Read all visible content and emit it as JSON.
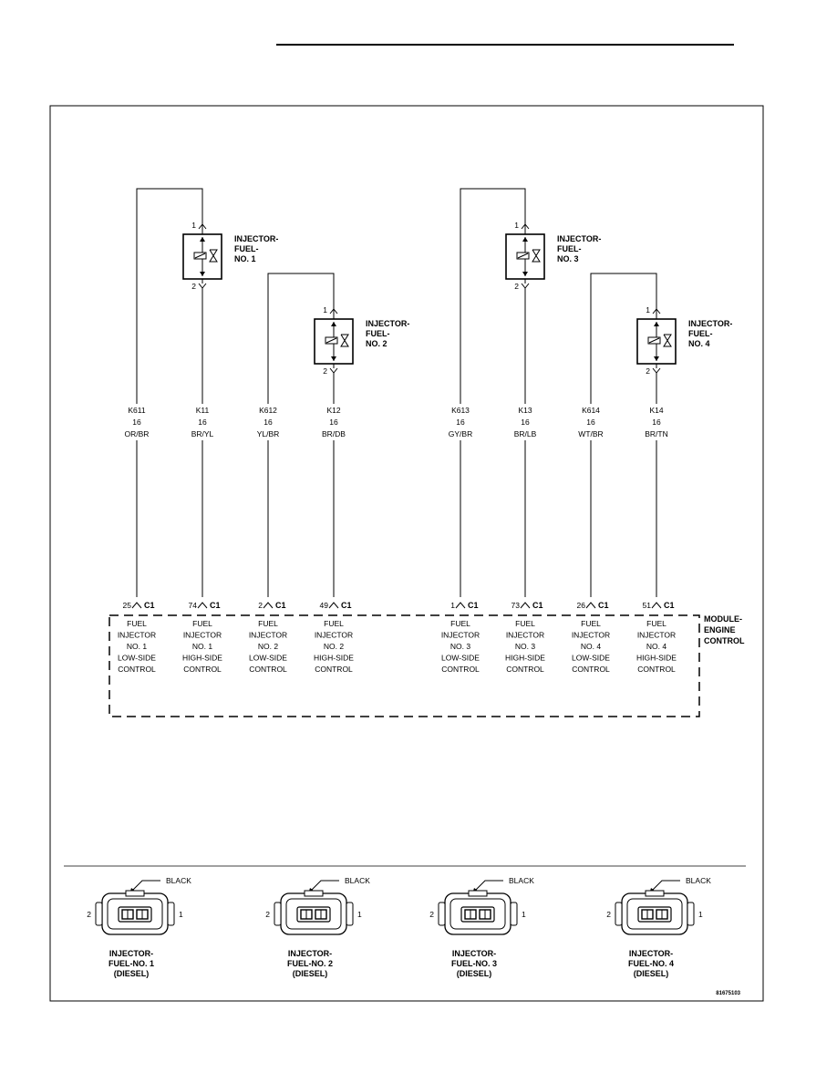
{
  "colors": {
    "line": "#000000",
    "background": "#ffffff"
  },
  "figure_id": "81675103",
  "module": {
    "label_lines": [
      "MODULE-",
      "ENGINE",
      "CONTROL"
    ]
  },
  "injectors": [
    {
      "label_lines": [
        "INJECTOR-",
        "FUEL-",
        "NO. 1"
      ],
      "pin_top": "1",
      "pin_bottom": "2"
    },
    {
      "label_lines": [
        "INJECTOR-",
        "FUEL-",
        "NO. 2"
      ],
      "pin_top": "1",
      "pin_bottom": "2"
    },
    {
      "label_lines": [
        "INJECTOR-",
        "FUEL-",
        "NO. 3"
      ],
      "pin_top": "1",
      "pin_bottom": "2"
    },
    {
      "label_lines": [
        "INJECTOR-",
        "FUEL-",
        "NO. 4"
      ],
      "pin_top": "1",
      "pin_bottom": "2"
    }
  ],
  "wires": [
    {
      "circuit": "K611",
      "gauge": "16",
      "color": "OR/BR",
      "cavity": "25",
      "connector": "C1",
      "function_lines": [
        "FUEL",
        "INJECTOR",
        "NO. 1",
        "LOW-SIDE",
        "CONTROL"
      ]
    },
    {
      "circuit": "K11",
      "gauge": "16",
      "color": "BR/YL",
      "cavity": "74",
      "connector": "C1",
      "function_lines": [
        "FUEL",
        "INJECTOR",
        "NO. 1",
        "HIGH-SIDE",
        "CONTROL"
      ]
    },
    {
      "circuit": "K612",
      "gauge": "16",
      "color": "YL/BR",
      "cavity": "2",
      "connector": "C1",
      "function_lines": [
        "FUEL",
        "INJECTOR",
        "NO. 2",
        "LOW-SIDE",
        "CONTROL"
      ]
    },
    {
      "circuit": "K12",
      "gauge": "16",
      "color": "BR/DB",
      "cavity": "49",
      "connector": "C1",
      "function_lines": [
        "FUEL",
        "INJECTOR",
        "NO. 2",
        "HIGH-SIDE",
        "CONTROL"
      ]
    },
    {
      "circuit": "K613",
      "gauge": "16",
      "color": "GY/BR",
      "cavity": "1",
      "connector": "C1",
      "function_lines": [
        "FUEL",
        "INJECTOR",
        "NO. 3",
        "LOW-SIDE",
        "CONTROL"
      ]
    },
    {
      "circuit": "K13",
      "gauge": "16",
      "color": "BR/LB",
      "cavity": "73",
      "connector": "C1",
      "function_lines": [
        "FUEL",
        "INJECTOR",
        "NO. 3",
        "HIGH-SIDE",
        "CONTROL"
      ]
    },
    {
      "circuit": "K614",
      "gauge": "16",
      "color": "WT/BR",
      "cavity": "26",
      "connector": "C1",
      "function_lines": [
        "FUEL",
        "INJECTOR",
        "NO. 4",
        "LOW-SIDE",
        "CONTROL"
      ]
    },
    {
      "circuit": "K14",
      "gauge": "16",
      "color": "BR/TN",
      "cavity": "51",
      "connector": "C1",
      "function_lines": [
        "FUEL",
        "INJECTOR",
        "NO. 4",
        "HIGH-SIDE",
        "CONTROL"
      ]
    }
  ],
  "connectors": [
    {
      "color_label": "BLACK",
      "pin_left": "2",
      "pin_right": "1",
      "title_lines": [
        "INJECTOR-",
        "FUEL-NO. 1",
        "(DIESEL)"
      ]
    },
    {
      "color_label": "BLACK",
      "pin_left": "2",
      "pin_right": "1",
      "title_lines": [
        "INJECTOR-",
        "FUEL-NO. 2",
        "(DIESEL)"
      ]
    },
    {
      "color_label": "BLACK",
      "pin_left": "2",
      "pin_right": "1",
      "title_lines": [
        "INJECTOR-",
        "FUEL-NO. 3",
        "(DIESEL)"
      ]
    },
    {
      "color_label": "BLACK",
      "pin_left": "2",
      "pin_right": "1",
      "title_lines": [
        "INJECTOR-",
        "FUEL-NO. 4",
        "(DIESEL)"
      ]
    }
  ]
}
